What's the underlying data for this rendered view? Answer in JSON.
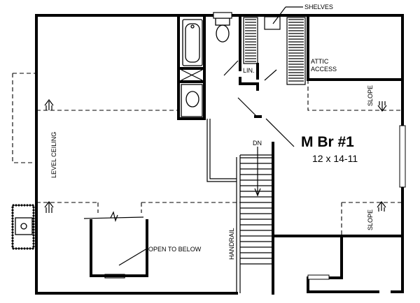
{
  "labels": {
    "shelves": "SHELVES",
    "attic_access_line1": "ATTIC",
    "attic_access_line2": "ACCESS",
    "linen": "LIN.",
    "slope_top": "SLOPE",
    "slope_bottom": "SLOPE",
    "level_ceiling": "LEVEL CEILING",
    "down": "DN",
    "room_name": "M Br #1",
    "room_dims": "12 x 14-11",
    "open_to_below": "OPEN TO BELOW",
    "handrail": "HANDRAIL"
  }
}
